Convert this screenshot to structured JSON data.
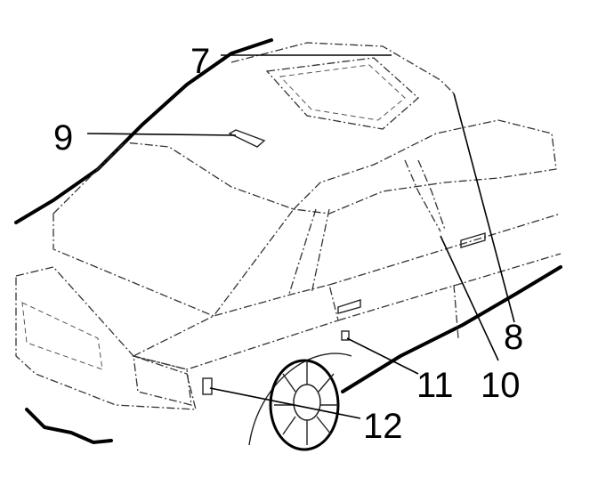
{
  "callouts": [
    {
      "id": "7",
      "label": "7"
    },
    {
      "id": "8",
      "label": "8"
    },
    {
      "id": "9",
      "label": "9"
    },
    {
      "id": "10",
      "label": "10"
    },
    {
      "id": "11",
      "label": "11"
    },
    {
      "id": "12",
      "label": "12"
    }
  ]
}
